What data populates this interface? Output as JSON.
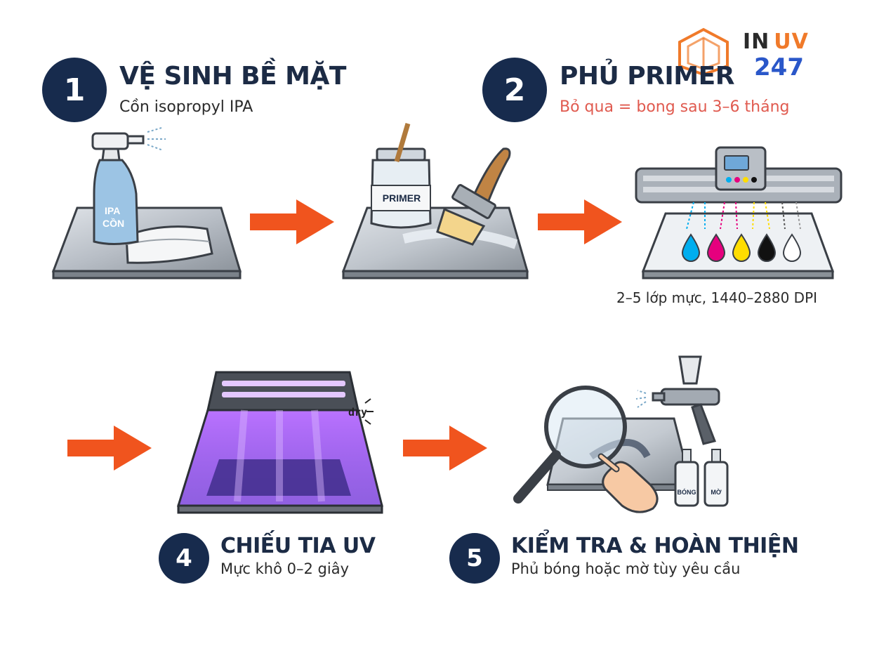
{
  "logo": {
    "text_in": "IN",
    "text_uv": "UV",
    "text_num": "247"
  },
  "steps": [
    {
      "number": "1",
      "title": "VỆ SINH BỀ MẶT",
      "subtitle": "Cồn isopropyl IPA",
      "bottle_label_line1": "IPA",
      "bottle_label_line2": "CỒN"
    },
    {
      "number": "2",
      "title": "PHỦ PRIMER",
      "subtitle": "Bỏ qua = bong sau 3–6 tháng",
      "jar_label": "PRIMER"
    },
    {
      "caption": "2–5 lớp mực, 1440–2880 DPI"
    },
    {
      "number": "4",
      "title": "CHIẾU TIA UV",
      "subtitle": "Mực khô 0–2 giây",
      "dry_label": "dry"
    },
    {
      "number": "5",
      "title": "KIỂM TRA & HOÀN THIỆN",
      "subtitle": "Phủ bóng hoặc mờ tùy yêu cầu",
      "bottle_gloss": "BÓNG",
      "bottle_matte": "MỜ"
    }
  ],
  "colors": {
    "badge": "#172b4d",
    "title": "#1c2b45",
    "arrow": "#f0541e",
    "warning": "#e05a4f",
    "uv": "#8b3dff",
    "logo_blue": "#2a57c9",
    "logo_orange": "#f07a2a"
  },
  "icons": [
    "spray-bottle-icon",
    "cloth-icon",
    "primer-jar-icon",
    "brush-icon",
    "uv-printer-icon",
    "ink-drop-icon",
    "uv-lamp-icon",
    "magnifier-icon",
    "spray-gun-icon",
    "hand-icon",
    "arrow-right-icon"
  ]
}
